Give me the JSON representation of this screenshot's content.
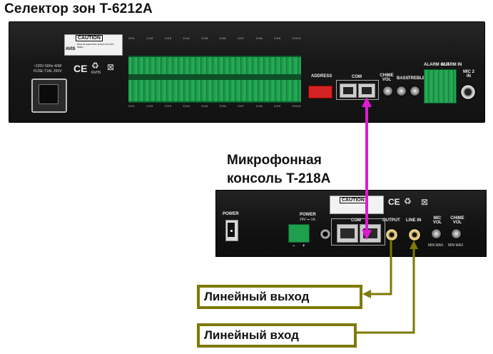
{
  "titles": {
    "selector": "Селектор зон T-6212A",
    "console_line1": "Микрофонная",
    "console_line2": "консоль T-218A"
  },
  "rack": {
    "power_label_1": "~220V 50Hz 40W",
    "power_label_2": "FUSE:T1AL 250V",
    "caution": "CAUTION",
    "caution_text": "RISK OF ELECTRIC SHOCK DO NOT OPEN",
    "brand": "AVIS",
    "ce_mark": "CE",
    "rohs": "RoHS",
    "zones": [
      "CH1",
      "CH2",
      "CH3",
      "CH4",
      "CH5",
      "CH6",
      "CH7",
      "CH8",
      "CH9",
      "CH10"
    ],
    "address": "ADDRESS",
    "com": "COM",
    "chime_vol": "CHIME VOL",
    "bass": "BASS",
    "treble": "TREBLE",
    "alarm_out": "ALARM OUT",
    "alarm_in": "ALARM IN",
    "mic2_in": "MIC 2 IN"
  },
  "console": {
    "power": "POWER",
    "power_dc": "POWER",
    "power_spec": "24V ⎓ 1A",
    "com": "COM",
    "output": "OUTPUT",
    "line_in": "LINE IN",
    "mic_vol": "MIC VOL",
    "chime_vol": "CHIME VOL",
    "min_max": "MIN MAX",
    "caution": "CAUTION"
  },
  "callouts": {
    "line_out": "Линейный выход",
    "line_in": "Линейный вход"
  },
  "colors": {
    "com_cable": "#e01ad2",
    "audio_cable": "#7d7a00",
    "terminal_green": "#1f9e4e"
  }
}
